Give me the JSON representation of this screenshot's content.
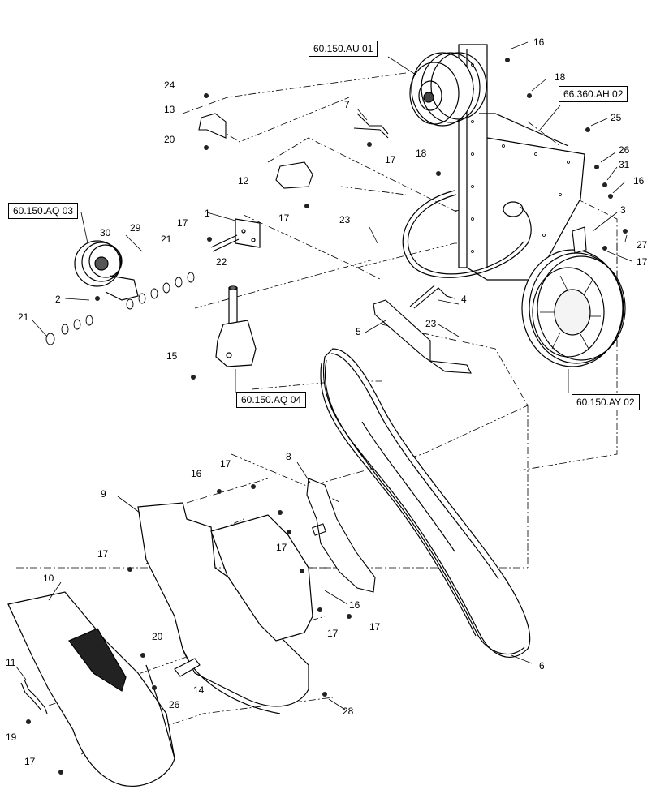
{
  "callouts": [
    "1",
    "2",
    "3",
    "4",
    "5",
    "6",
    "7",
    "8",
    "9",
    "10",
    "11",
    "12",
    "13",
    "14",
    "15",
    "16",
    "16",
    "16",
    "16",
    "16",
    "17",
    "17",
    "17",
    "17",
    "17",
    "17",
    "17",
    "17",
    "17",
    "17",
    "17",
    "17",
    "18",
    "18",
    "19",
    "20",
    "20",
    "21",
    "21",
    "22",
    "23",
    "23",
    "24",
    "25",
    "26",
    "26",
    "27",
    "28",
    "29",
    "30",
    "31"
  ],
  "references": [
    "60.150.AU 01",
    "66.360.AH 02",
    "60.150.AQ 03",
    "60.150.AQ 04",
    "60.150.AY 02"
  ]
}
